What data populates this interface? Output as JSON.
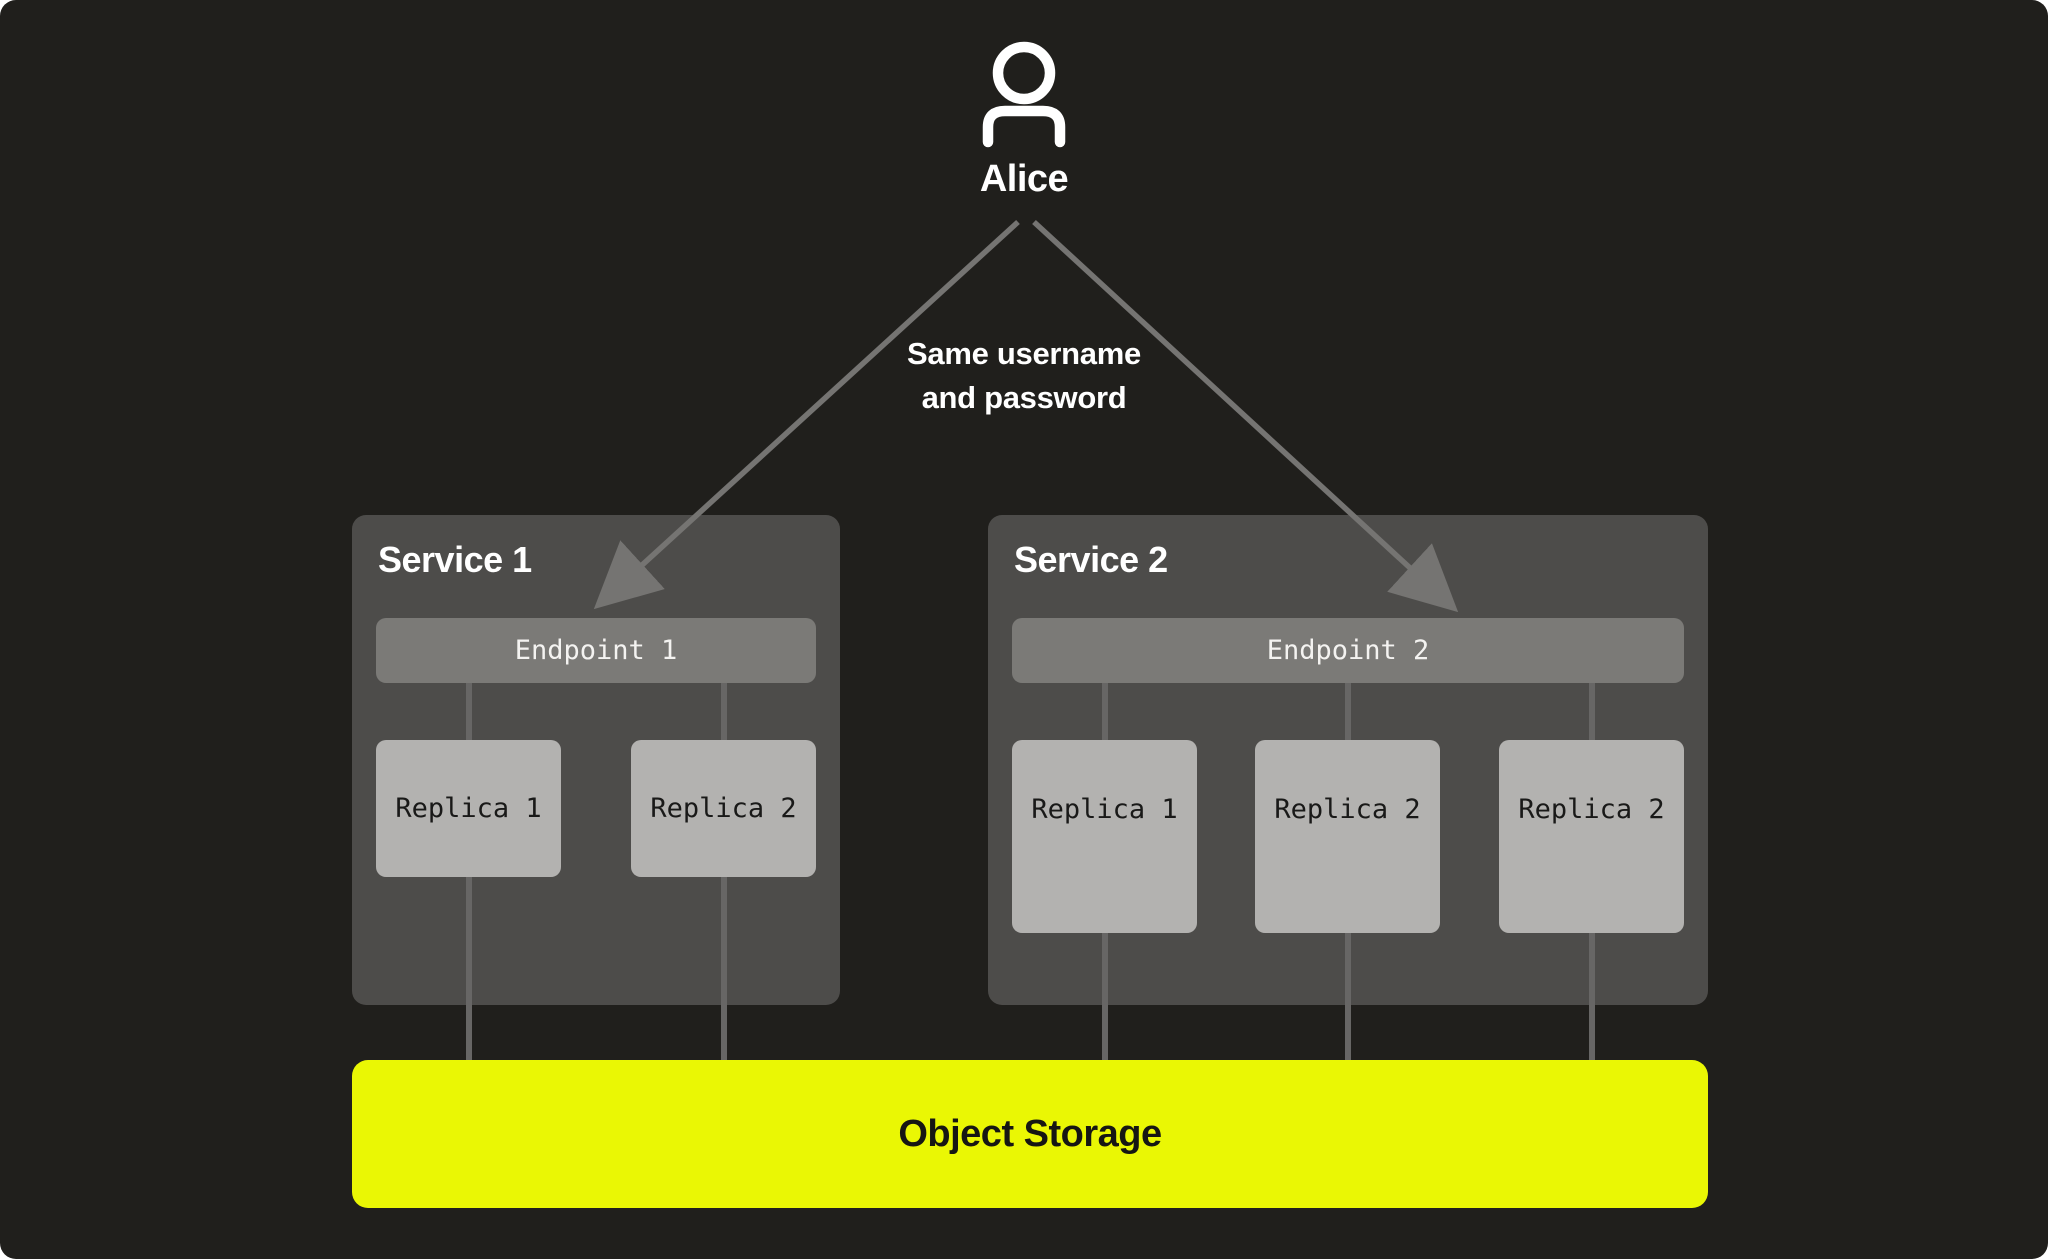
{
  "user": {
    "label": "Alice",
    "icon": "person-icon"
  },
  "annotation": {
    "lines": [
      "Same username",
      "and password"
    ],
    "full_text": "Same username and password"
  },
  "services": [
    {
      "title": "Service 1",
      "endpoint": {
        "label": "Endpoint 1"
      },
      "replicas": [
        {
          "label": "Replica 1"
        },
        {
          "label": "Replica 2"
        }
      ]
    },
    {
      "title": "Service 2",
      "endpoint": {
        "label": "Endpoint 2"
      },
      "replicas": [
        {
          "label": "Replica 1"
        },
        {
          "label": "Replica 2"
        },
        {
          "label": "Replica 2"
        }
      ]
    }
  ],
  "storage": {
    "label": "Object Storage"
  },
  "colors": {
    "background": "#201f1c",
    "service_box": "#4d4c4a",
    "endpoint_bar": "#7b7a77",
    "replica_box": "#b3b2b0",
    "connector_line": "#676665",
    "arrow": "#757472",
    "storage_accent": "#eaf704",
    "text_light": "#ffffff",
    "text_dark": "#161613"
  }
}
